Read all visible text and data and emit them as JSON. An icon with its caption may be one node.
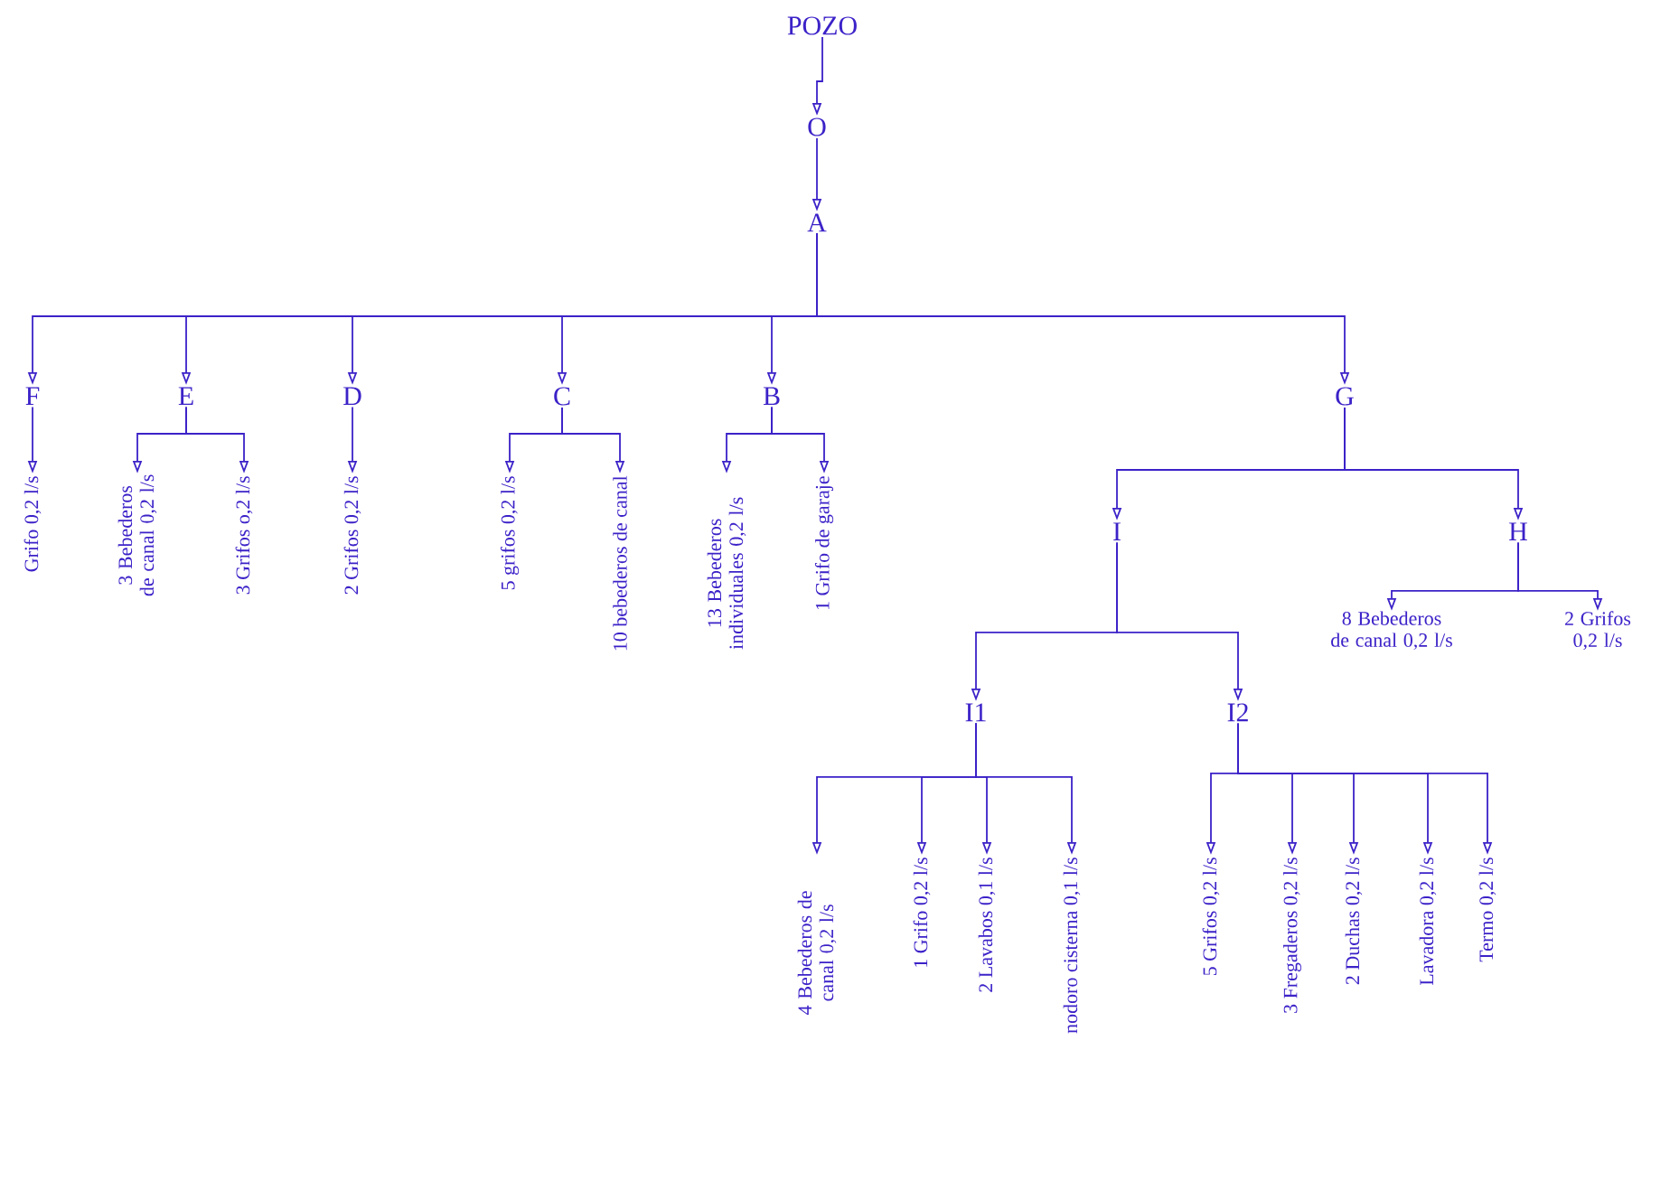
{
  "diagram": {
    "nodes": [
      {
        "text": [
          "POZO"
        ]
      },
      {
        "text": [
          "O"
        ]
      },
      {
        "text": [
          "A"
        ]
      },
      {
        "text": [
          "F"
        ]
      },
      {
        "text": [
          "E"
        ]
      },
      {
        "text": [
          "D"
        ]
      },
      {
        "text": [
          "C"
        ]
      },
      {
        "text": [
          "B"
        ]
      },
      {
        "text": [
          "G"
        ]
      },
      {
        "text": [
          "Grifo 0,2 l/s"
        ]
      },
      {
        "text": [
          "3 Bebederos de canal 0,2 l/s"
        ]
      },
      {
        "text": [
          "3 Grifos o,2 l/s"
        ]
      },
      {
        "text": [
          "2 Grifos 0,2 l/s"
        ]
      },
      {
        "text": [
          "5 grifos 0,2 l/s"
        ]
      },
      {
        "text": [
          "10 bebederos de canal"
        ]
      },
      {
        "text": [
          "13 Bebederos individuales 0,2 l/s"
        ]
      },
      {
        "text": [
          "1 Grifo de garaje"
        ]
      },
      {
        "text": [
          "I"
        ]
      },
      {
        "text": [
          "H"
        ]
      },
      {
        "text": [
          "I1"
        ]
      },
      {
        "text": [
          "I2"
        ]
      },
      {
        "text": [
          "8 Bebederos de canal 0,2 l/s"
        ]
      },
      {
        "text": [
          "2 Grifos 0,2 l/s"
        ]
      },
      {
        "text": [
          "4 Bebederos de canal 0,2 l/s"
        ]
      },
      {
        "text": [
          "1 Grifo 0,2 l/s"
        ]
      },
      {
        "text": [
          "2 Lavabos 0,1 l/s"
        ]
      },
      {
        "text": [
          "nodoro cisterna 0,1 l/s"
        ]
      },
      {
        "text": [
          "5 Grifos 0,2 l/s"
        ]
      },
      {
        "text": [
          "3 Fregaderos 0,2 l/s"
        ]
      },
      {
        "text": [
          "2 Duchas 0,2 l/s"
        ]
      },
      {
        "text": [
          "Lavadora 0,2 l/s"
        ]
      },
      {
        "text": [
          "Termo 0,2 l/s"
        ]
      }
    ],
    "edges": [
      {
        "from": 0,
        "to": 1,
        "arrow": "to"
      },
      {
        "from": 1,
        "to": 2,
        "arrow": "to"
      },
      {
        "from": 2,
        "to": 3,
        "arrow": "to"
      },
      {
        "from": 2,
        "to": 4,
        "arrow": "to"
      },
      {
        "from": 2,
        "to": 5,
        "arrow": "to"
      },
      {
        "from": 2,
        "to": 6,
        "arrow": "to"
      },
      {
        "from": 2,
        "to": 7,
        "arrow": "to"
      },
      {
        "from": 2,
        "to": 8,
        "arrow": "to"
      },
      {
        "from": 3,
        "to": 9,
        "arrow": "to"
      },
      {
        "from": 4,
        "to": 10,
        "arrow": "to"
      },
      {
        "from": 4,
        "to": 11,
        "arrow": "to"
      },
      {
        "from": 5,
        "to": 12,
        "arrow": "to"
      },
      {
        "from": 6,
        "to": 13,
        "arrow": "to"
      },
      {
        "from": 6,
        "to": 14,
        "arrow": "to"
      },
      {
        "from": 7,
        "to": 15,
        "arrow": "to"
      },
      {
        "from": 7,
        "to": 16,
        "arrow": "to"
      },
      {
        "from": 8,
        "to": 17,
        "arrow": "to"
      },
      {
        "from": 8,
        "to": 18,
        "arrow": "to"
      },
      {
        "from": 17,
        "to": 19,
        "arrow": "to"
      },
      {
        "from": 17,
        "to": 20,
        "arrow": "to"
      },
      {
        "from": 18,
        "to": 21,
        "arrow": "to"
      },
      {
        "from": 18,
        "to": 22,
        "arrow": "to"
      },
      {
        "from": 19,
        "to": 23,
        "arrow": "to"
      },
      {
        "from": 19,
        "to": 24,
        "arrow": "to"
      },
      {
        "from": 19,
        "to": 25,
        "arrow": "to"
      },
      {
        "from": 19,
        "to": 26,
        "arrow": "to"
      },
      {
        "from": 20,
        "to": 27,
        "arrow": "to"
      },
      {
        "from": 20,
        "to": 28,
        "arrow": "to"
      },
      {
        "from": 20,
        "to": 29,
        "arrow": "to"
      },
      {
        "from": 20,
        "to": 30,
        "arrow": "to"
      },
      {
        "from": 20,
        "to": 31,
        "arrow": "to"
      }
    ]
  }
}
